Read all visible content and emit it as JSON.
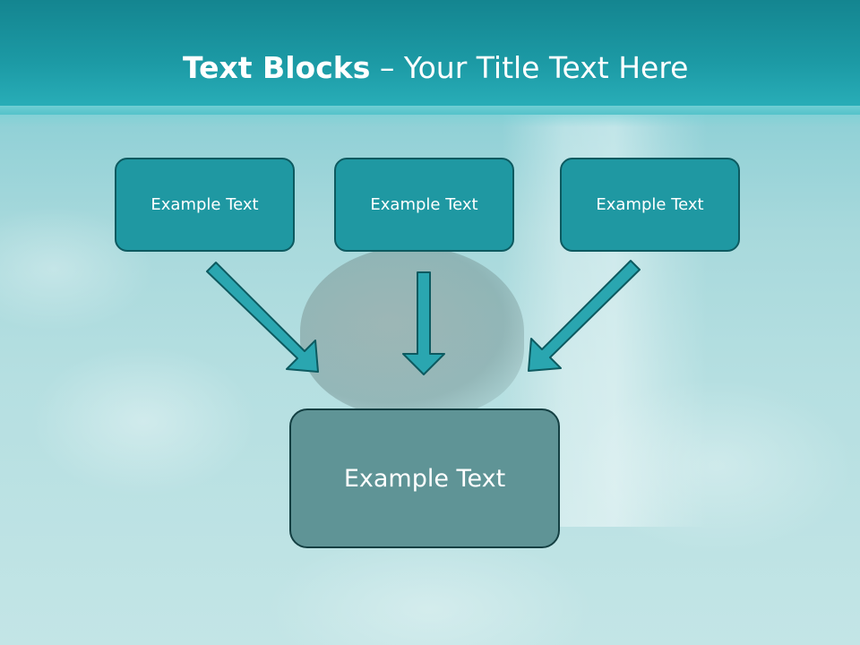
{
  "title": {
    "bold": "Text Blocks",
    "rest": " – Your Title Text Here"
  },
  "boxes": {
    "top": [
      "Example Text",
      "Example Text",
      "Example Text"
    ],
    "bottom": "Example Text"
  },
  "colors": {
    "header": "#1c9aa5",
    "box_fill": "#1f98a2",
    "box_border": "#0d5a60",
    "main_box_fill": "#5f9496",
    "arrow_fill": "#2aa6b0",
    "arrow_stroke": "#0d5a60"
  }
}
